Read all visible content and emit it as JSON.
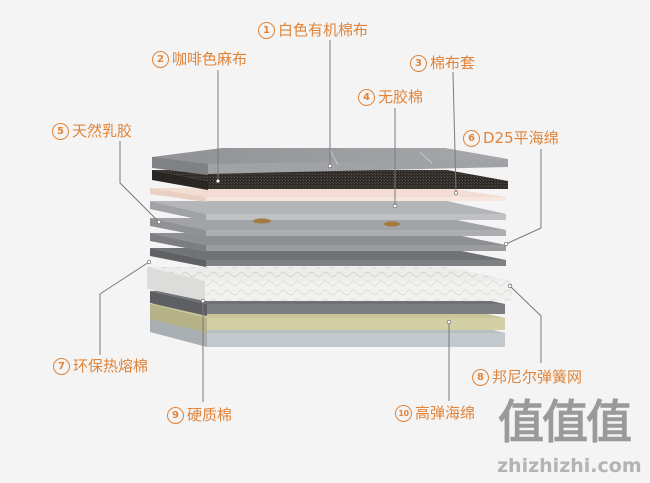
{
  "labels": [
    {
      "num": "1",
      "text": "白色有机棉布"
    },
    {
      "num": "2",
      "text": "咖啡色麻布"
    },
    {
      "num": "3",
      "text": "棉布套"
    },
    {
      "num": "4",
      "text": "无胶棉"
    },
    {
      "num": "5",
      "text": "天然乳胶"
    },
    {
      "num": "6",
      "text": "D25平海绵"
    },
    {
      "num": "7",
      "text": "环保热熔棉"
    },
    {
      "num": "8",
      "text": "邦尼尔弹簧网"
    },
    {
      "num": "9",
      "text": "硬质棉"
    },
    {
      "num": "10",
      "text": "高弹海绵"
    }
  ],
  "watermark": {
    "chars": "值值值",
    "url": "zhizhizhi.com"
  },
  "colors": {
    "label_accent": "#e0843a",
    "leader": "#7a7a7a"
  }
}
